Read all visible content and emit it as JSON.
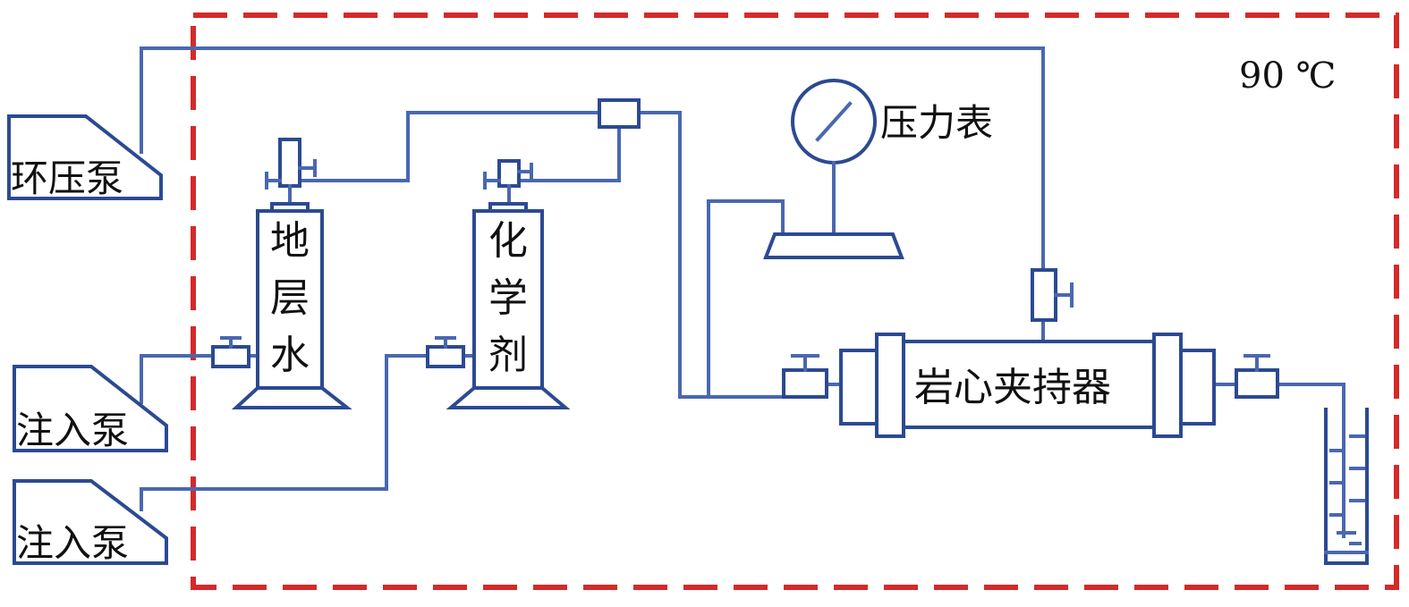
{
  "temperature": "90 ℃",
  "pumps": {
    "ring_pressure": "环压泵",
    "injection_1": "注入泵",
    "injection_2": "注入泵"
  },
  "vessels": {
    "formation_water": [
      "地",
      "层",
      "水"
    ],
    "chemical_agent": [
      "化",
      "学",
      "剂"
    ]
  },
  "pressure_gauge": "压力表",
  "core_holder": "岩心夹持器",
  "colors": {
    "border": "#d42a2a",
    "pipe": "#4a68b0",
    "component": "#2c4a92"
  }
}
